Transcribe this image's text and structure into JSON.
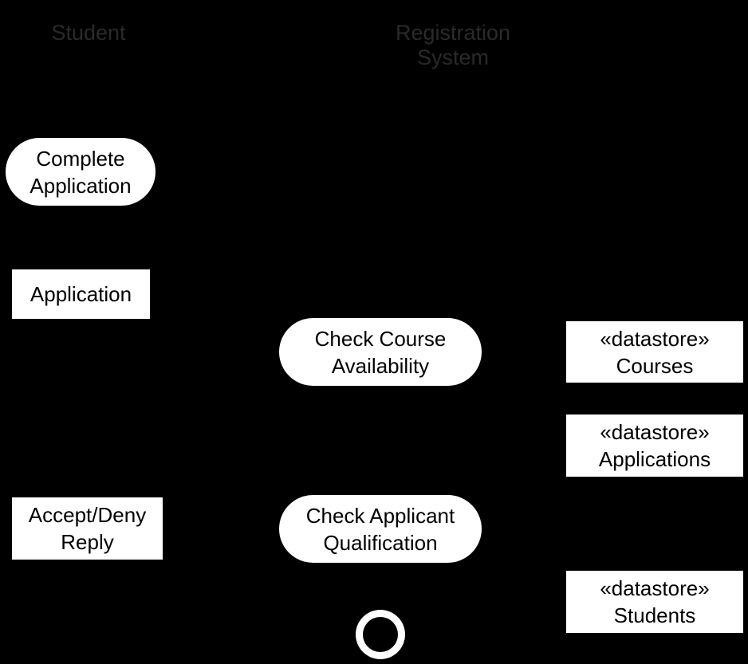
{
  "lanes": {
    "student_title": "Student",
    "registration_title_line1": "Registration",
    "registration_title_line2": "System"
  },
  "actions": {
    "complete_application": [
      "Complete",
      "Application"
    ],
    "check_course_availability": [
      "Check Course",
      "Availability"
    ],
    "check_applicant_qualification": [
      "Check Applicant",
      "Qualification"
    ]
  },
  "objects": {
    "application": [
      "Application"
    ],
    "accept_deny_reply": [
      "Accept/Deny",
      "Reply"
    ],
    "datastore_courses": [
      "«datastore»",
      "Courses"
    ],
    "datastore_applications": [
      "«datastore»",
      "Applications"
    ],
    "datastore_students": [
      "«datastore»",
      "Students"
    ]
  },
  "final_node": {
    "kind": "activity-final-node"
  }
}
